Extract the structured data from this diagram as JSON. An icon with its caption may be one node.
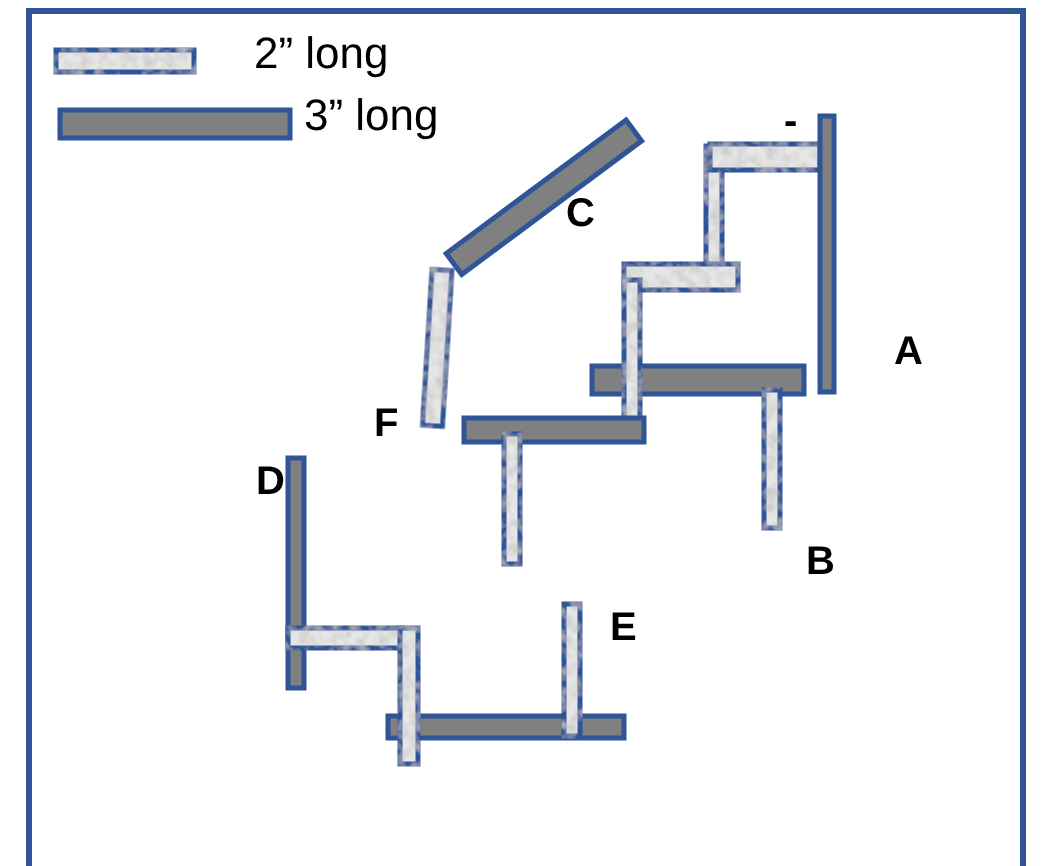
{
  "diagram": {
    "labels": [
      "-",
      "C",
      "A",
      "F",
      "D",
      "B",
      "E"
    ],
    "legend": [
      {
        "text": "2” long"
      },
      {
        "text": "3” long",
        "color": "#808080"
      }
    ]
  }
}
